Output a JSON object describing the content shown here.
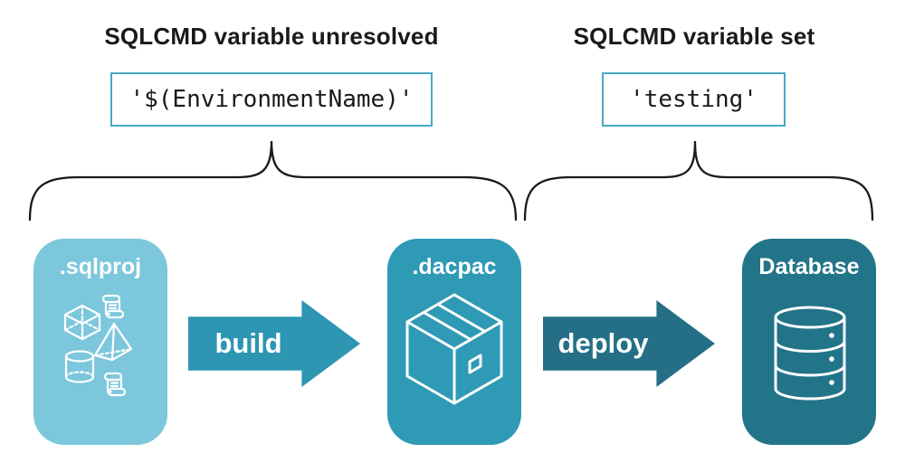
{
  "annotations": {
    "unresolved": {
      "heading": "SQLCMD variable unresolved",
      "code": "'$(EnvironmentName)'"
    },
    "set": {
      "heading": "SQLCMD variable set",
      "code": "'testing'"
    }
  },
  "pipeline": {
    "nodes": [
      {
        "label": ".sqlproj",
        "fill": "#7CC7DB",
        "icon": "sql-objects-icon"
      },
      {
        "label": ".dacpac",
        "fill": "#2F9AB5",
        "icon": "package-box-icon"
      },
      {
        "label": "Database",
        "fill": "#227489",
        "icon": "database-cylinder-icon"
      }
    ],
    "arrows": [
      {
        "label": "build",
        "fill": "#2E95B3"
      },
      {
        "label": "deploy",
        "fill": "#246F85"
      }
    ]
  },
  "colors": {
    "background": "#FFFFFF",
    "heading_text": "#1A1A1A",
    "code_text": "#1A1A1A",
    "code_box_border": "#49A8C5",
    "brace_stroke": "#1A1A1A",
    "icon_stroke": "#FFFFFF",
    "node_label_text": "#FFFFFF",
    "arrow_label_text": "#FFFFFF"
  }
}
